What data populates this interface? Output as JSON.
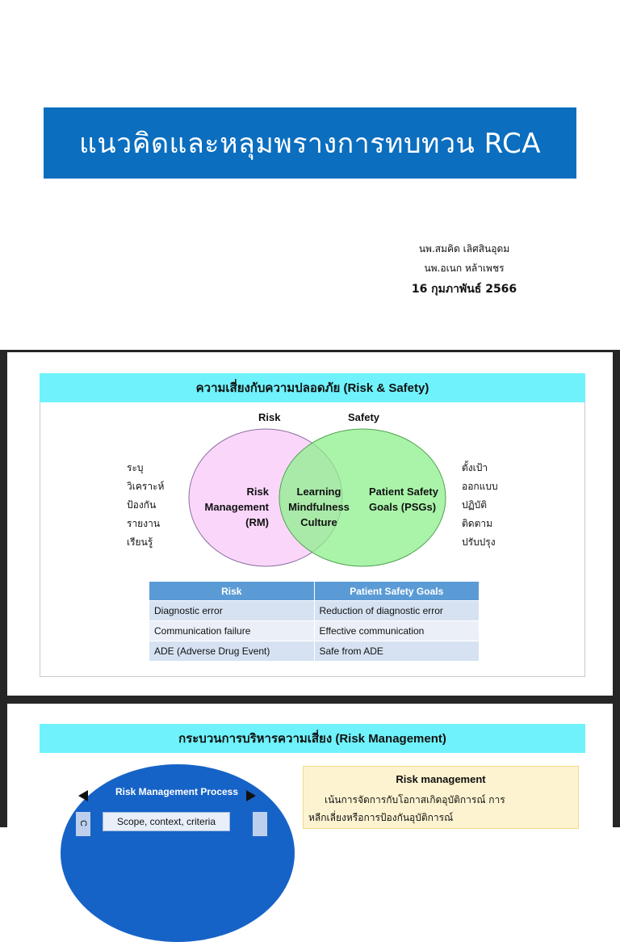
{
  "title": "แนวคิดและหลุมพรางการทบทวน RCA",
  "authors": [
    "นพ.สมคิด เลิศสินอุดม",
    "นพ.อเนก หล้าเพชร"
  ],
  "date": "16 กุมภาพันธ์ 2566",
  "slide1": {
    "header": "ความเสี่ยงกับความปลอดภัย (Risk & Safety)",
    "venn": {
      "risk_label": "Risk",
      "safety_label": "Safety",
      "left_text": "Risk Management (RM)",
      "center_text": "Learning Mindfulness Culture",
      "right_text": "Patient Safety Goals (PSGs)",
      "left_color": "#fbd6fb",
      "right_color": "#8ef08e"
    },
    "left_list": [
      "ระบุ",
      "วิเคราะห์",
      "ป้องกัน",
      "รายงาน",
      "เรียนรู้"
    ],
    "right_list": [
      "ตั้งเป้า",
      "ออกแบบ",
      "ปฏิบัติ",
      "ติดตาม",
      "ปรับปรุง"
    ],
    "table": {
      "headers": [
        "Risk",
        "Patient Safety Goals"
      ],
      "rows": [
        [
          "Diagnostic error",
          "Reduction of diagnostic error"
        ],
        [
          "Communication failure",
          "Effective communication"
        ],
        [
          "ADE (Adverse Drug Event)",
          "Safe from ADE"
        ]
      ]
    }
  },
  "slide2": {
    "header": "กระบวนการบริหารความเสี่ยง (Risk Management)",
    "process_title": "Risk Management Process",
    "process_first_step": "Scope, context, criteria",
    "side_letter": "C",
    "box_title": "Risk management",
    "box_line1": "เน้นการจัดการกับโอกาสเกิดอุบัติการณ์ การ",
    "box_line2": "หลีกเลี่ยงหรือการป้องกันอุบัติการณ์"
  },
  "colors": {
    "title_banner": "#0b6ebf",
    "slide_header": "#6ff2fb",
    "table_header": "#5b9bd5"
  }
}
